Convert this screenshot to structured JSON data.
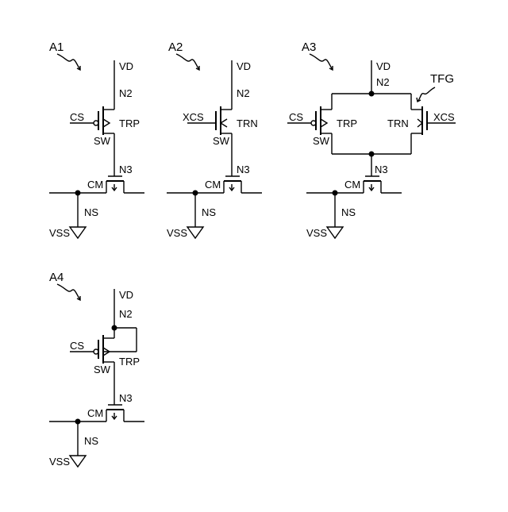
{
  "panels": {
    "a1": {
      "title": "A1",
      "vd": "VD",
      "n2": "N2",
      "cs": "CS",
      "trp": "TRP",
      "sw": "SW",
      "n3": "N3",
      "cm": "CM",
      "ns": "NS",
      "vss": "VSS"
    },
    "a2": {
      "title": "A2",
      "vd": "VD",
      "n2": "N2",
      "xcs": "XCS",
      "trn": "TRN",
      "sw": "SW",
      "n3": "N3",
      "cm": "CM",
      "ns": "NS",
      "vss": "VSS"
    },
    "a3": {
      "title": "A3",
      "vd": "VD",
      "n2": "N2",
      "tfg": "TFG",
      "cs": "CS",
      "trp": "TRP",
      "sw": "SW",
      "trn": "TRN",
      "xcs": "XCS",
      "n3": "N3",
      "cm": "CM",
      "ns": "NS",
      "vss": "VSS"
    },
    "a4": {
      "title": "A4",
      "vd": "VD",
      "n2": "N2",
      "cs": "CS",
      "trp": "TRP",
      "sw": "SW",
      "n3": "N3",
      "cm": "CM",
      "ns": "NS",
      "vss": "VSS"
    }
  }
}
